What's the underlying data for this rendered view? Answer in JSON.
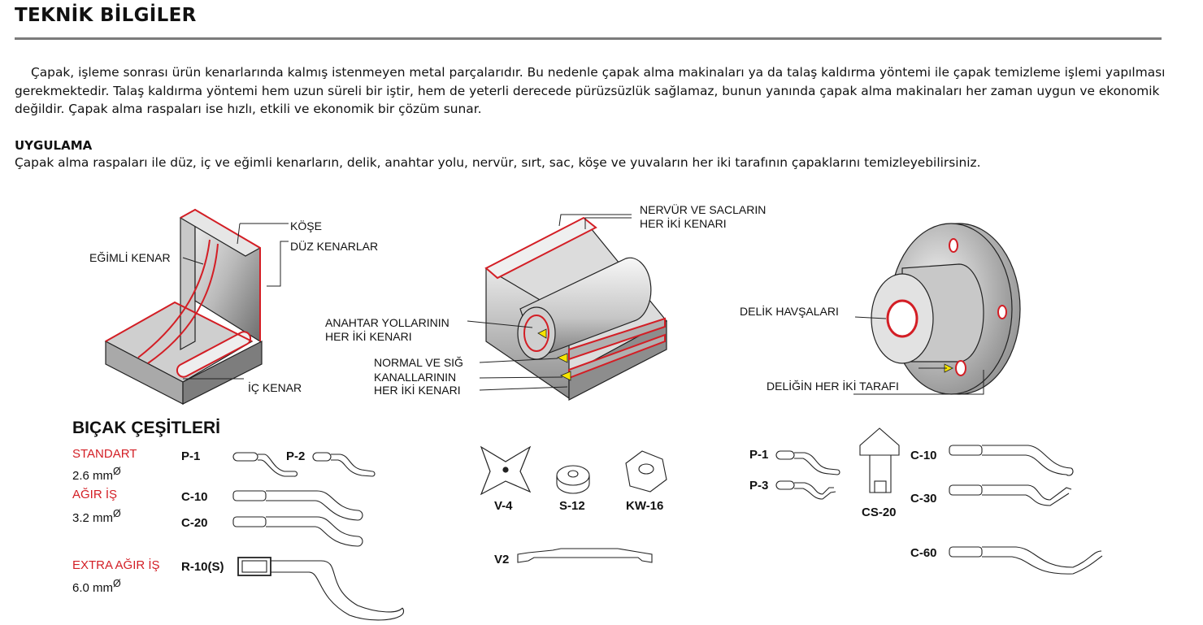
{
  "header": {
    "title": "TEKNİK BİLGİLER"
  },
  "intro": {
    "text": "Çapak, işleme sonrası ürün kenarlarında kalmış istenmeyen metal parçalarıdır. Bu nedenle çapak alma makinaları ya da talaş kaldırma yöntemi ile çapak temizleme işlemi yapılması gerekmektedir. Talaş kaldırma yöntemi hem uzun süreli bir iştir, hem de yeterli derecede pürüzsüzlük sağlamaz, bunun yanında çapak alma makinaları her zaman uygun ve ekonomik değildir. Çapak alma raspaları ise hızlı, etkili ve ekonomik bir çözüm sunar."
  },
  "application": {
    "heading": "UYGULAMA",
    "text": "Çapak alma raspaları ile düz, iç ve eğimli kenarların, delik, anahtar yolu, nervür, sırt, sac, köşe ve yuvaların her iki tarafının çapaklarını temizleyebilirsiniz."
  },
  "figure1": {
    "kose": "KÖŞE",
    "duz_kenarlar": "DÜZ KENARLAR",
    "egimli_kenar": "EĞİMLİ KENAR",
    "ic_kenar": "İÇ KENAR"
  },
  "figure2": {
    "nervur_1": "NERVÜR VE SACLARIN",
    "nervur_2": "HER İKİ KENARI",
    "anahtar_1": "ANAHTAR YOLLARININ",
    "anahtar_2": "HER İKİ KENARI",
    "normal_1": "NORMAL VE SIĞ",
    "normal_2": "KANALLARININ",
    "normal_3": "HER İKİ KENARI"
  },
  "figure3": {
    "delik_havsa": "DELİK HAVŞALARI",
    "delik_her_iki": "DELİĞİN HER İKİ TARAFI"
  },
  "blades": {
    "title": "BIÇAK ÇEŞİTLERİ",
    "standart": "STANDART",
    "standart_size": "2.6 mm",
    "agir": "AĞIR İŞ",
    "agir_size": "3.2 mm",
    "extra": "EXTRA AĞIR İŞ",
    "extra_size": "6.0 mm",
    "diameter": "Ø",
    "codes": {
      "p1": "P-1",
      "p2": "P-2",
      "c10": "C-10",
      "c20": "C-20",
      "r10s": "R-10(S)",
      "v4": "V-4",
      "s12": "S-12",
      "kw16": "KW-16",
      "v2": "V2",
      "p1b": "P-1",
      "p3": "P-3",
      "cs20": "CS-20",
      "c10b": "C-10",
      "c30": "C-30",
      "c60": "C-60"
    }
  },
  "colors": {
    "accent": "#d31e25",
    "rule": "#7b7b7b"
  }
}
